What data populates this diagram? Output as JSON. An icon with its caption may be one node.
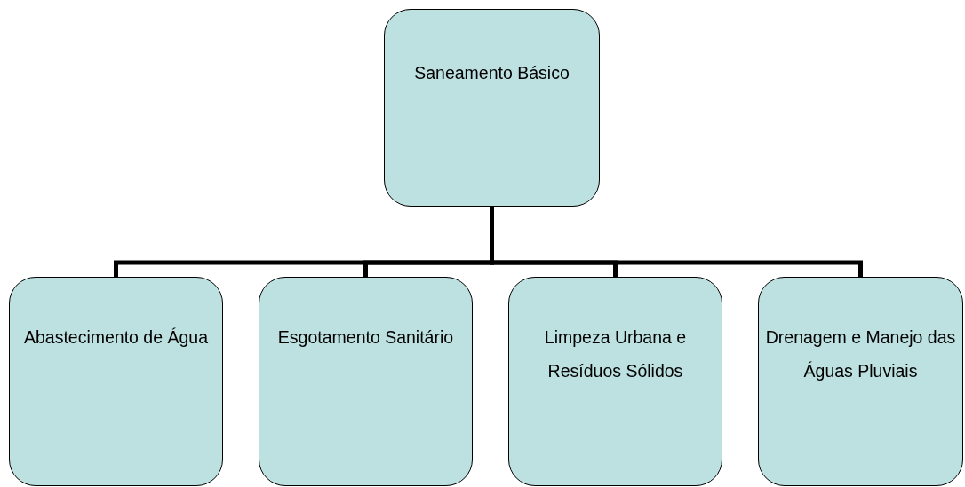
{
  "diagram": {
    "nodes": [
      {
        "text": [
          "Saneamento Básico"
        ]
      },
      {
        "text": [
          "Abastecimento de Água"
        ]
      },
      {
        "text": [
          "Esgotamento Sanitário"
        ]
      },
      {
        "text": [
          "Limpeza Urbana e Resíduos Sólidos"
        ]
      },
      {
        "text": [
          "Drenagem e Manejo das Águas Pluviais"
        ]
      }
    ],
    "edges": [
      {
        "from": 0,
        "to": 1,
        "arrow": "none"
      },
      {
        "from": 0,
        "to": 2,
        "arrow": "none"
      },
      {
        "from": 0,
        "to": 3,
        "arrow": "none"
      },
      {
        "from": 0,
        "to": 4,
        "arrow": "none"
      }
    ]
  }
}
